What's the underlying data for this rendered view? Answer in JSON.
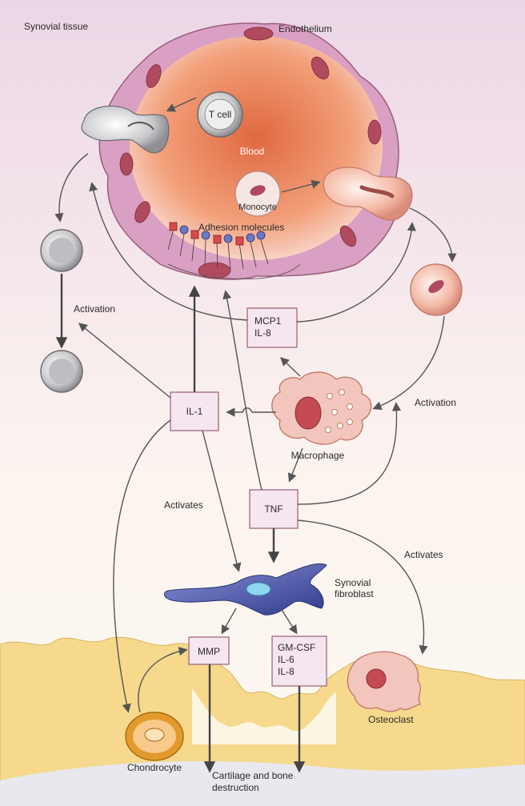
{
  "labels": {
    "synovial_tissue": "Synovial tissue",
    "endothelium": "Endothelium",
    "t_cell": "T cell",
    "blood": "Blood",
    "monocyte": "Monocyte",
    "adhesion_molecules": "Adhesion molecules",
    "activation_left": "Activation",
    "activation_right": "Activation",
    "macrophage": "Macrophage",
    "activates_left": "Activates",
    "activates_right": "Activates",
    "synovial_fibroblast_1": "Synovial",
    "synovial_fibroblast_2": "fibroblast",
    "osteoclast": "Osteoclast",
    "chondrocyte": "Chondrocyte",
    "destruction_1": "Cartilage and bone",
    "destruction_2": "destruction"
  },
  "boxes": {
    "mcp1_line1": "MCP1",
    "mcp1_line2": "IL-8",
    "il1": "IL-1",
    "tnf": "TNF",
    "mmp": "MMP",
    "gm_line1": "GM-CSF",
    "gm_line2": "IL-6",
    "gm_line3": "IL-8"
  },
  "colors": {
    "background_top": "#ecd6e6",
    "background_bottom": "#fdf9f0",
    "blood": "#e0683f",
    "endothelium": "#d9a0c4",
    "bone": "#f6d98c",
    "fibroblast": "#4c57a8",
    "chondrocyte": "#e39a2c",
    "box_fill": "#f6e6ef"
  }
}
